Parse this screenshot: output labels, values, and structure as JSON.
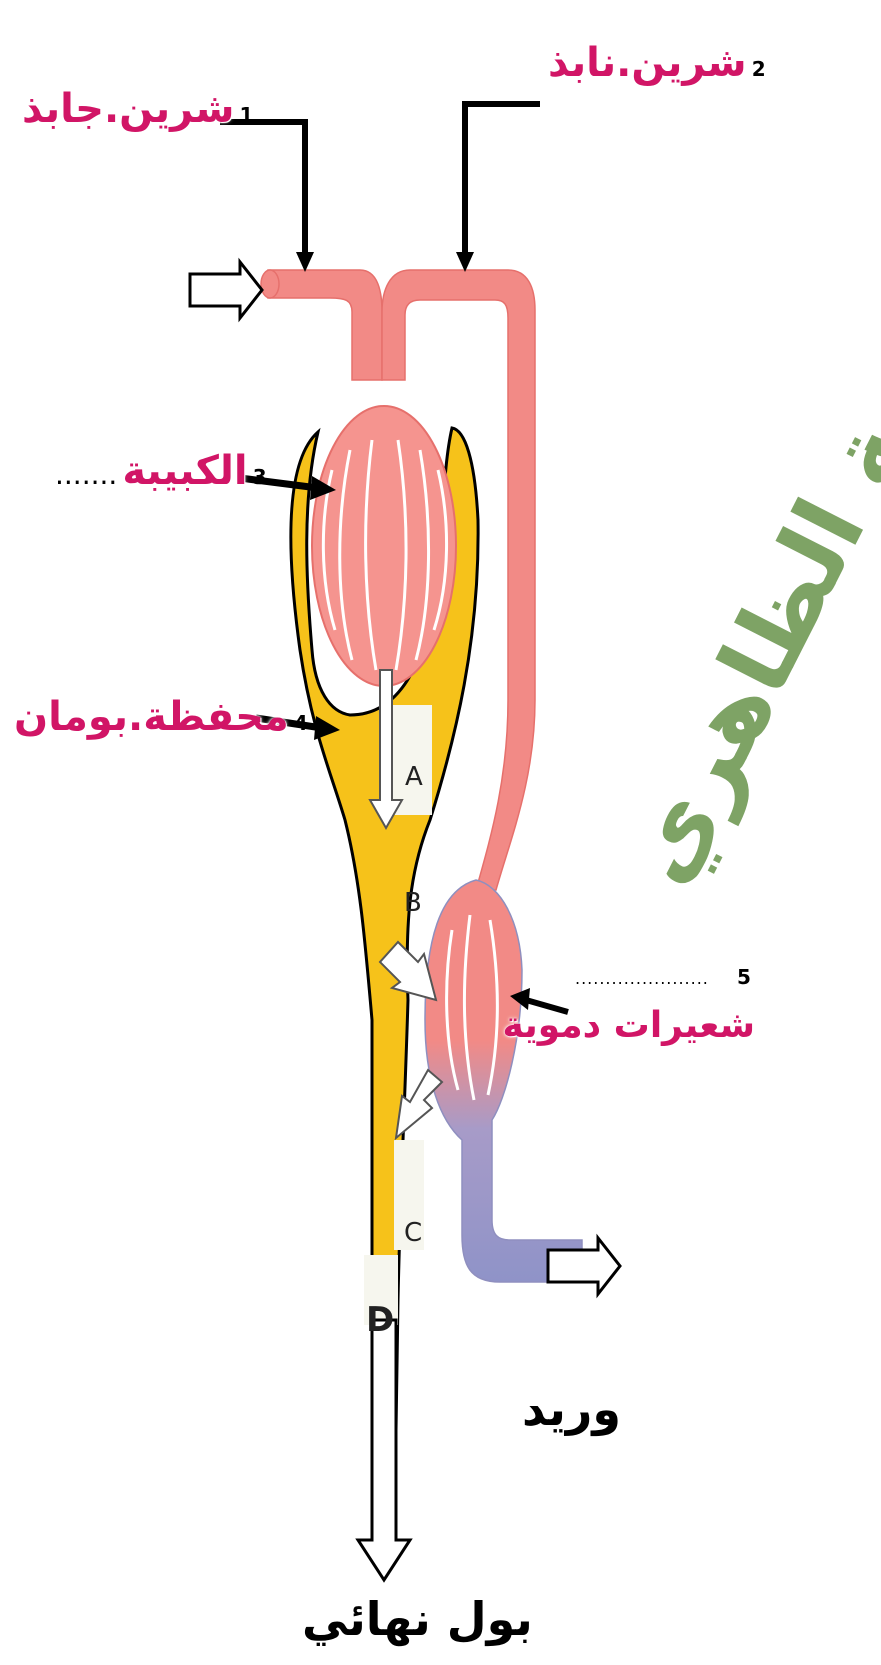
{
  "labels": {
    "label1": {
      "number": "1",
      "text": "شرين.جابذ"
    },
    "label2": {
      "number": "2",
      "text": "شرين.نابذ"
    },
    "label3": {
      "number": "3",
      "text": "الكبيبة",
      "dots": "......."
    },
    "label4": {
      "number": "4",
      "text": "محفظة.بومان"
    },
    "label5": {
      "number": "5",
      "text": "شعيرات دموية",
      "dots": "......................"
    },
    "vein": "وريد",
    "urine": "بول نهائي"
  },
  "segments": {
    "A": "A",
    "B": "B",
    "C": "C",
    "D": "D"
  },
  "watermark": "كريمة الظاهري",
  "colors": {
    "artery": "#f28a86",
    "glomerulus": "#f5948f",
    "vein": "#8f93c8",
    "tubule": "#f6c21a",
    "label_text": "#d11566",
    "watermark": "#5a8a3a"
  }
}
